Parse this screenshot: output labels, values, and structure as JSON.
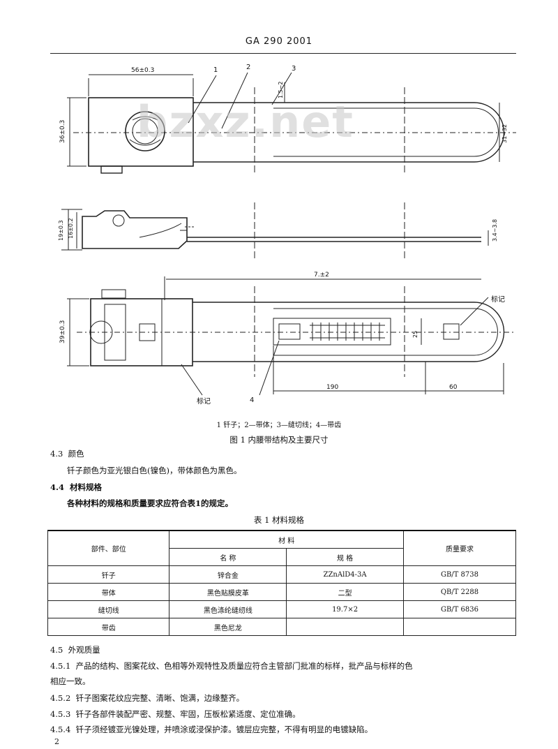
{
  "header": {
    "title": "GA 290   2001"
  },
  "watermark": "bzxz.net",
  "figure": {
    "top_dims": {
      "width": "56±0.3",
      "height": "36±0.3",
      "gap": "1.5~2",
      "strap_w": "31~32"
    },
    "callouts": [
      "1",
      "2",
      "3"
    ],
    "side_dims": {
      "h_outer": "19±0.3",
      "h_inner": "16±0.2",
      "strap_t": "3.4~3.8"
    },
    "bottom_dims": {
      "top": "7.±2",
      "left": "39±0.3",
      "mid": "25",
      "d1": "190",
      "d2": "60"
    },
    "labels": {
      "mark_right": "标记",
      "mark_left": "标记",
      "callout4": "4"
    },
    "legend": "1  钎子；2—带体；3—缝切线；4—带齿",
    "caption": "图 1   内腰带结构及主要尺寸"
  },
  "sections": {
    "s43": {
      "num": "4.3",
      "title": "颜色",
      "body": "钎子颜色为亚光银白色(镍色)，带体颜色为黑色。"
    },
    "s44": {
      "num": "4.4",
      "title": "材料规格",
      "body": "各种材料的规格和质量要求应符合表1的规定。"
    }
  },
  "table": {
    "title": "表 1   材料规格",
    "headers": {
      "part": "部件、部位",
      "material": "材    料",
      "name": "名    称",
      "spec": "规    格",
      "quality": "质量要求"
    },
    "rows": [
      {
        "part": "钎子",
        "name": "锌合金",
        "spec": "ZZnAlD4-3A",
        "quality": "GB/T 8738"
      },
      {
        "part": "带体",
        "name": "黑色贴膜皮革",
        "spec": "二型",
        "quality": "QB/T 2288"
      },
      {
        "part": "缝切线",
        "name": "黑色涤纶缝纫线",
        "spec": "19.7×2",
        "quality": "GB/T 6836"
      },
      {
        "part": "带齿",
        "name": "黑色尼龙",
        "spec": "",
        "quality": ""
      }
    ]
  },
  "s45": {
    "heading": {
      "num": "4.5",
      "title": "外观质量"
    },
    "items": [
      {
        "num": "4.5.1",
        "lines": [
          "产品的结构、图案花纹、色相等外观特性及质量应符合主管部门批准的标样，批产品与标样的色",
          "相应一致。"
        ]
      },
      {
        "num": "4.5.2",
        "lines": [
          "钎子图案花纹应完整、清晰、饱满，边缘整齐。"
        ]
      },
      {
        "num": "4.5.3",
        "lines": [
          "钎子各部件装配严密、规整、牢固，压板松紧适度、定位准确。"
        ]
      },
      {
        "num": "4.5.4",
        "lines": [
          "钎子须经镀亚光镍处理，并喷涂或浸保护漆。镀层应完整，不得有明显的电镀缺陷。"
        ]
      }
    ]
  },
  "page_number": "2"
}
